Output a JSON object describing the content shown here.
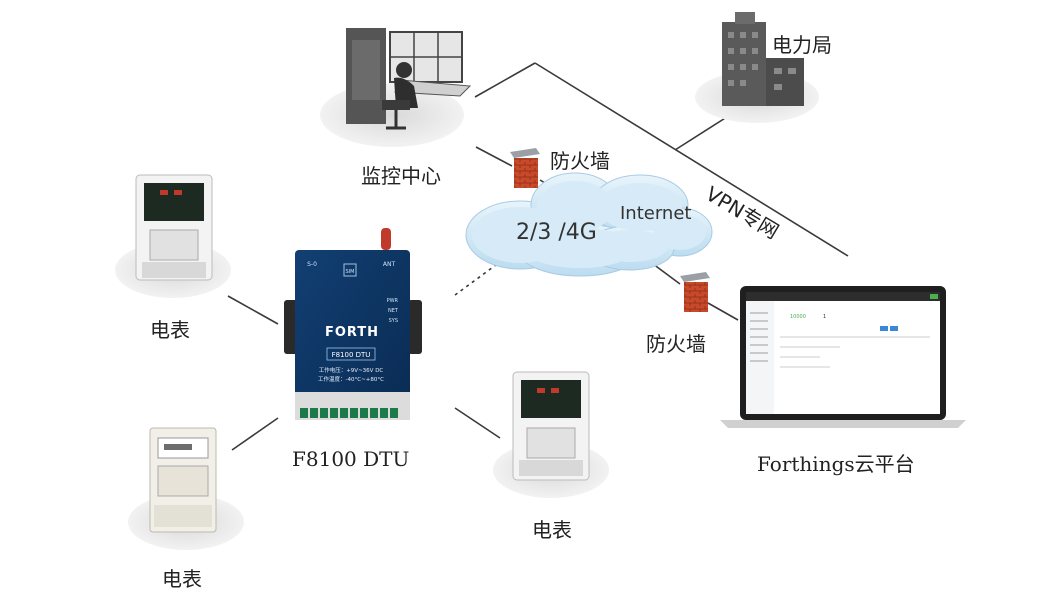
{
  "labels": {
    "power_bureau": "电力局",
    "monitoring_center": "监控中心",
    "firewall_top": "防火墙",
    "firewall_bottom": "防火墙",
    "vpn": "VPN专网",
    "internet": "Internet",
    "cellular": "2/3 /4G",
    "meter_top_left": "电表",
    "meter_bottom_left": "电表",
    "meter_center": "电表",
    "dtu_caption": "F8100 DTU",
    "cloud_caption": "Forthings云平台"
  },
  "device": {
    "brand": "FORTH",
    "model": "F8100 DTU",
    "leds": [
      "PWR",
      "NET",
      "SYS"
    ],
    "top_left_tag": "S-0",
    "sim_tag": "SIM",
    "ant_tag": "ANT",
    "spec_voltage": "工作电压：+9V~36V DC",
    "spec_temp": "工作温度：-40°C~+80°C"
  },
  "laptop": {
    "stat_value": "10000",
    "stat_value_2": "1"
  },
  "colors": {
    "line": "#3a3a3a",
    "cloud": "#cfe6f5",
    "device_blue": "#0f3f78",
    "firewall_red": "#c0392b",
    "green_accent": "#4caf50"
  }
}
